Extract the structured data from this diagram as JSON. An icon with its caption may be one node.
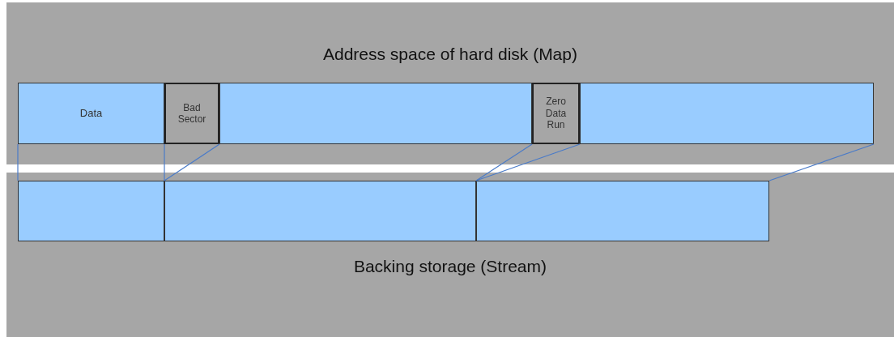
{
  "diagram": {
    "nodes": [
      {
        "text": [
          "Address space of hard disk (Map)"
        ]
      },
      {
        "text": [
          "Data"
        ],
        "in": 0
      },
      {
        "text": [
          "Bad Sector"
        ],
        "in": 0
      },
      {
        "text": [],
        "shape": "box",
        "in": 0
      },
      {
        "text": [
          "Zero Data Run"
        ],
        "in": 0
      },
      {
        "text": [],
        "shape": "box",
        "in": 0
      },
      {
        "text": [
          "Backing storage (Stream)"
        ]
      },
      {
        "text": [],
        "shape": "box",
        "in": 6
      },
      {
        "text": [],
        "shape": "box",
        "in": 6
      },
      {
        "text": [],
        "shape": "box",
        "in": 6
      }
    ],
    "edges": [
      {
        "from": 1,
        "to": 7,
        "arrow": "none"
      },
      {
        "from": 1,
        "to": 7,
        "arrow": "none"
      },
      {
        "from": 3,
        "to": 8,
        "arrow": "none"
      },
      {
        "from": 3,
        "to": 8,
        "arrow": "none"
      },
      {
        "from": 5,
        "to": 9,
        "arrow": "none"
      },
      {
        "from": 5,
        "to": 9,
        "arrow": "none"
      }
    ]
  }
}
